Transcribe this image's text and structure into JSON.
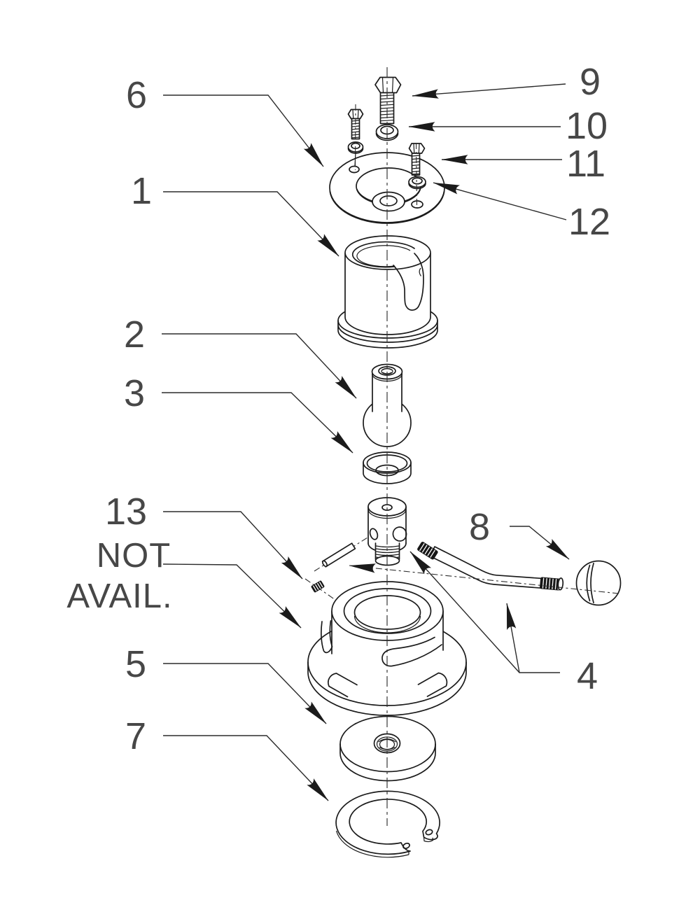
{
  "diagram": {
    "kind": "exploded-parts-assembly-drawing",
    "colors": {
      "background": "#ffffff",
      "line": "#1b1b1b",
      "leader": "#2b2b2b",
      "label": "#474747"
    },
    "callouts": {
      "item9": "9",
      "item10": "10",
      "item11": "11",
      "item12": "12",
      "item6": "6",
      "item1": "1",
      "item2": "2",
      "item3": "3",
      "item13": "13",
      "not_avail_line1": "NOT",
      "not_avail_line2": "AVAIL.",
      "item5": "5",
      "item7": "7",
      "item8": "8",
      "item4": "4"
    }
  }
}
